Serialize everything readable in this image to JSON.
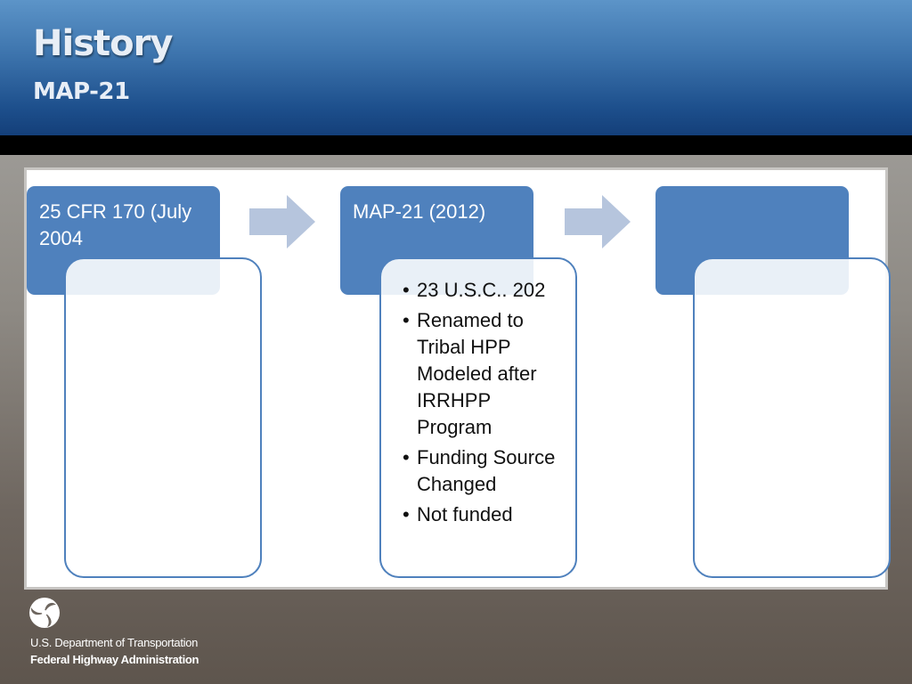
{
  "header": {
    "title": "History",
    "subtitle": "MAP-21",
    "colors": {
      "accent": "#4f81bd",
      "header_top": "#5c94c8",
      "header_bottom": "#143f79"
    }
  },
  "stages": [
    {
      "label": "25 CFR 170 (July 2004",
      "items": []
    },
    {
      "label": "MAP-21 (2012)",
      "items": [
        "23 U.S.C.. 202",
        "Renamed to Tribal HPP Modeled after IRRHPP Program",
        "Funding Source Changed",
        "Not funded"
      ]
    },
    {
      "label": "",
      "items": []
    }
  ],
  "bullet_symbol": "•",
  "footer": {
    "logo_icon": "dot-triskelion-icon",
    "department": "U.S. Department of Transportation",
    "administration": "Federal Highway Administration"
  }
}
